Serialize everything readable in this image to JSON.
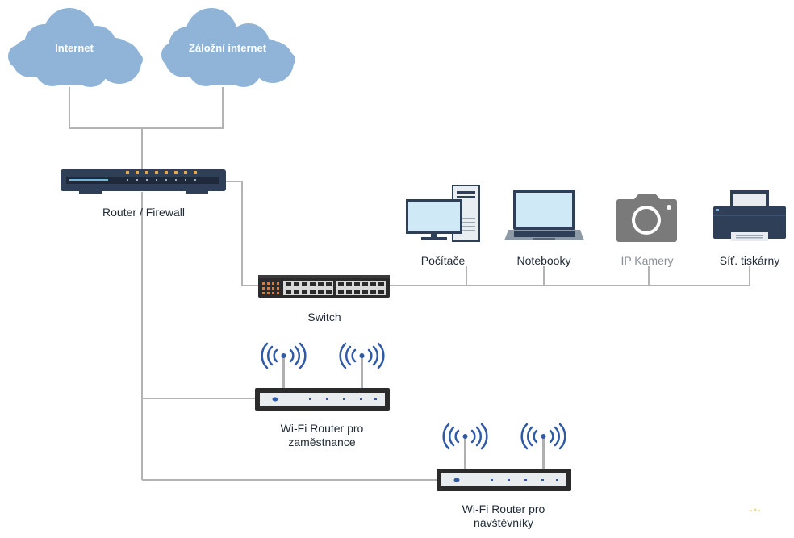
{
  "nodes": {
    "internet": "Internet",
    "backup_internet": "Záložní internet",
    "router": "Router / Firewall",
    "switch": "Switch",
    "wifi_staff_line1": "Wi-Fi Router pro",
    "wifi_staff_line2": "zaměstnance",
    "wifi_guest_line1": "Wi-Fi Router pro",
    "wifi_guest_line2": "návštěvníky",
    "computers": "Počítače",
    "notebooks": "Notebooky",
    "ip_cameras": "IP Kamery",
    "printers": "Síť. tiskárny"
  },
  "colors": {
    "cloud": "#8fb4d8",
    "link": "#b3b3b3",
    "device_dark": "#2e3f57",
    "device_black": "#2b2b2b",
    "camera": "#7a7a7a",
    "signal": "#2f5aa8",
    "led": "#e8a64a"
  }
}
